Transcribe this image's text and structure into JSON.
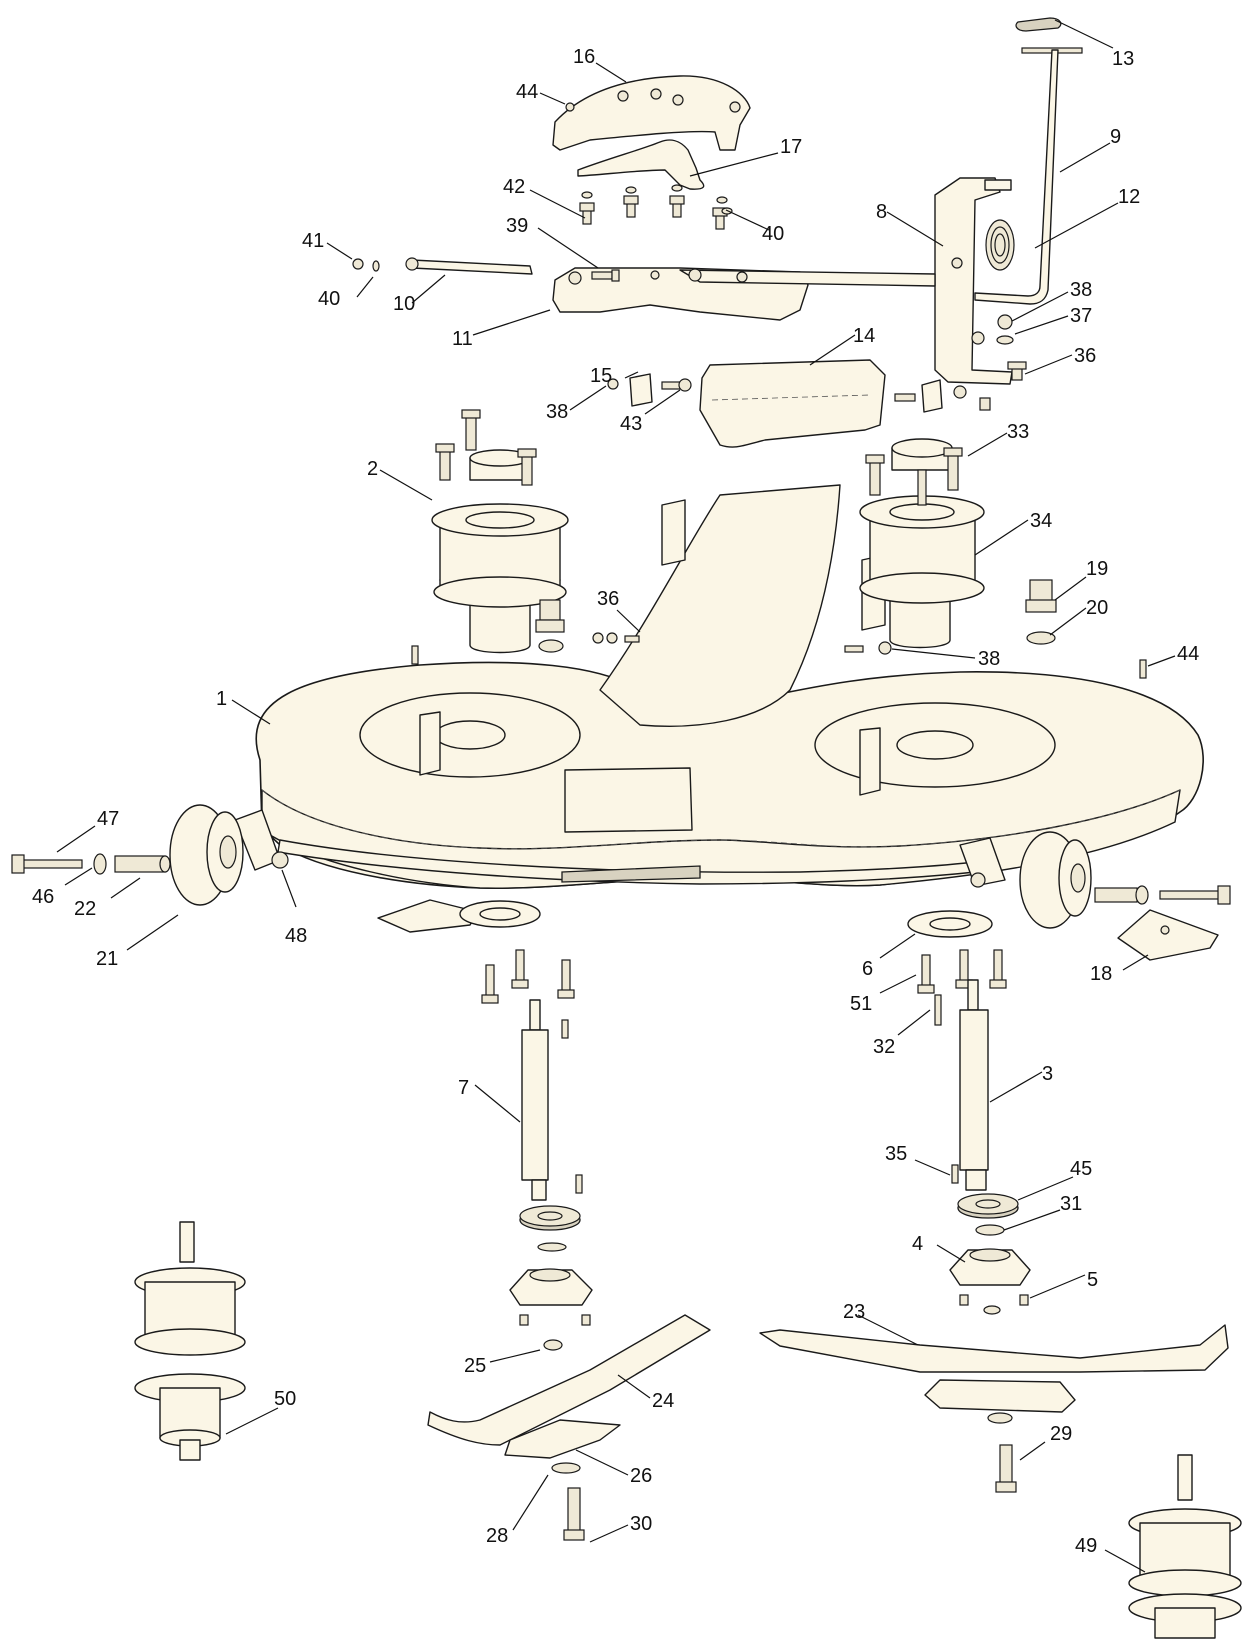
{
  "diagram": {
    "callouts": [
      {
        "id": "c1",
        "label": "1"
      },
      {
        "id": "c2",
        "label": "2"
      },
      {
        "id": "c3",
        "label": "3"
      },
      {
        "id": "c4",
        "label": "4"
      },
      {
        "id": "c5",
        "label": "5"
      },
      {
        "id": "c6",
        "label": "6"
      },
      {
        "id": "c7",
        "label": "7"
      },
      {
        "id": "c8",
        "label": "8"
      },
      {
        "id": "c9",
        "label": "9"
      },
      {
        "id": "c10",
        "label": "10"
      },
      {
        "id": "c11",
        "label": "11"
      },
      {
        "id": "c12",
        "label": "12"
      },
      {
        "id": "c13",
        "label": "13"
      },
      {
        "id": "c14",
        "label": "14"
      },
      {
        "id": "c15",
        "label": "15"
      },
      {
        "id": "c16",
        "label": "16"
      },
      {
        "id": "c17",
        "label": "17"
      },
      {
        "id": "c18",
        "label": "18"
      },
      {
        "id": "c19",
        "label": "19"
      },
      {
        "id": "c20",
        "label": "20"
      },
      {
        "id": "c21",
        "label": "21"
      },
      {
        "id": "c22",
        "label": "22"
      },
      {
        "id": "c23",
        "label": "23"
      },
      {
        "id": "c24",
        "label": "24"
      },
      {
        "id": "c25",
        "label": "25"
      },
      {
        "id": "c26",
        "label": "26"
      },
      {
        "id": "c28",
        "label": "28"
      },
      {
        "id": "c29",
        "label": "29"
      },
      {
        "id": "c30",
        "label": "30"
      },
      {
        "id": "c31",
        "label": "31"
      },
      {
        "id": "c32",
        "label": "32"
      },
      {
        "id": "c33",
        "label": "33"
      },
      {
        "id": "c34",
        "label": "34"
      },
      {
        "id": "c35",
        "label": "35"
      },
      {
        "id": "c36a",
        "label": "36"
      },
      {
        "id": "c36b",
        "label": "36"
      },
      {
        "id": "c37",
        "label": "37"
      },
      {
        "id": "c38a",
        "label": "38"
      },
      {
        "id": "c38b",
        "label": "38"
      },
      {
        "id": "c38c",
        "label": "38"
      },
      {
        "id": "c39",
        "label": "39"
      },
      {
        "id": "c40a",
        "label": "40"
      },
      {
        "id": "c40b",
        "label": "40"
      },
      {
        "id": "c41a",
        "label": "41"
      },
      {
        "id": "c41b",
        "label": "41"
      },
      {
        "id": "c42",
        "label": "42"
      },
      {
        "id": "c43",
        "label": "43"
      },
      {
        "id": "c44",
        "label": "44"
      },
      {
        "id": "c45",
        "label": "45"
      },
      {
        "id": "c46",
        "label": "46"
      },
      {
        "id": "c47",
        "label": "47"
      },
      {
        "id": "c48",
        "label": "48"
      },
      {
        "id": "c49",
        "label": "49"
      },
      {
        "id": "c50",
        "label": "50"
      },
      {
        "id": "c51",
        "label": "51"
      }
    ]
  }
}
